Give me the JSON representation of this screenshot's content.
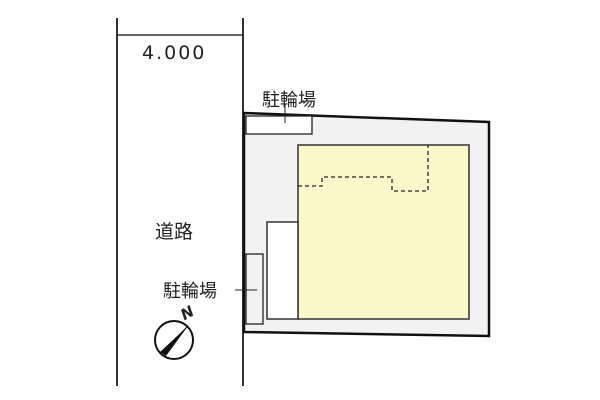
{
  "road": {
    "width_label": "4.000",
    "name_label": "道路"
  },
  "site": {
    "bicycle_parking_top_label": "駐輪場",
    "bicycle_parking_left_label": "駐輪場"
  },
  "compass": {
    "north_label": "N"
  },
  "colors": {
    "site_fill": "#f2f2f2",
    "building_fill": "#fdf7cc",
    "line": "#222222"
  }
}
